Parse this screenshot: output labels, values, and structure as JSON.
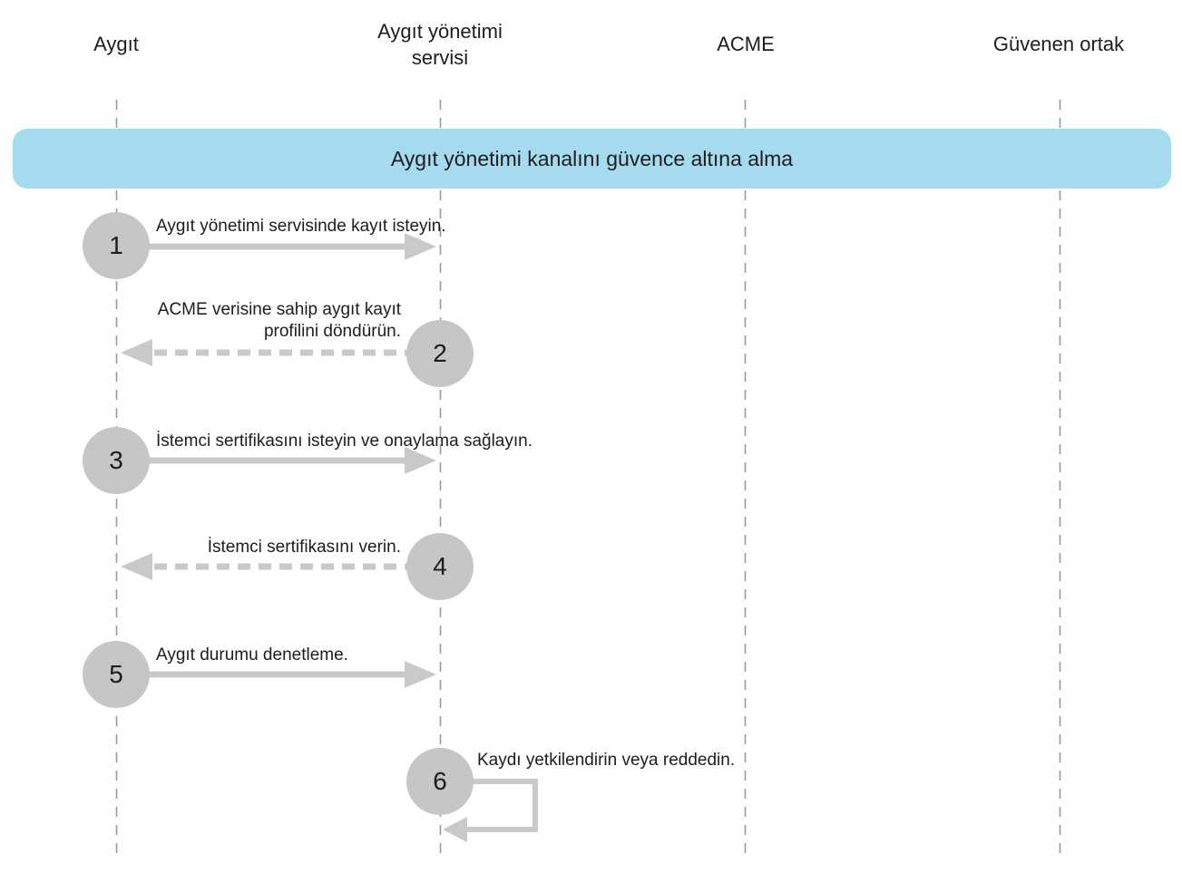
{
  "diagram": {
    "banner": {
      "label": "Aygıt yönetimi kanalını güvence altına alma"
    },
    "actors": [
      {
        "label": "Aygıt"
      },
      {
        "label": "Aygıt yönetimi servisi"
      },
      {
        "label": "ACME"
      },
      {
        "label": "Güvenen ortak"
      }
    ],
    "steps": [
      {
        "number": "1",
        "label": "Aygıt yönetimi servisinde kayıt isteyin.",
        "from": "Aygıt",
        "to": "Aygıt yönetimi servisi",
        "arrow": "solid-right"
      },
      {
        "number": "2",
        "label": "ACME verisine sahip aygıt kayıt profilini döndürün.",
        "from": "Aygıt yönetimi servisi",
        "to": "Aygıt",
        "arrow": "dashed-left"
      },
      {
        "number": "3",
        "label": "İstemci sertifikasını isteyin ve onaylama sağlayın.",
        "from": "Aygıt",
        "to": "Aygıt yönetimi servisi",
        "arrow": "solid-right"
      },
      {
        "number": "4",
        "label": "İstemci sertifikasını verin.",
        "from": "Aygıt yönetimi servisi",
        "to": "Aygıt",
        "arrow": "dashed-left"
      },
      {
        "number": "5",
        "label": "Aygıt durumu denetleme.",
        "from": "Aygıt",
        "to": "Aygıt yönetimi servisi",
        "arrow": "solid-right"
      },
      {
        "number": "6",
        "label": "Kaydı yetkilendirin veya reddedin.",
        "from": "Aygıt yönetimi servisi",
        "to": "Aygıt yönetimi servisi",
        "arrow": "self-loop"
      }
    ],
    "colors": {
      "banner_blue": "#a5daef",
      "circle_gray": "#c6c6c6",
      "arrow_gray": "#c9c9c9",
      "lifeline_gray": "#9a9a9a",
      "text": "#1d1d1f",
      "background": "#ffffff"
    }
  }
}
